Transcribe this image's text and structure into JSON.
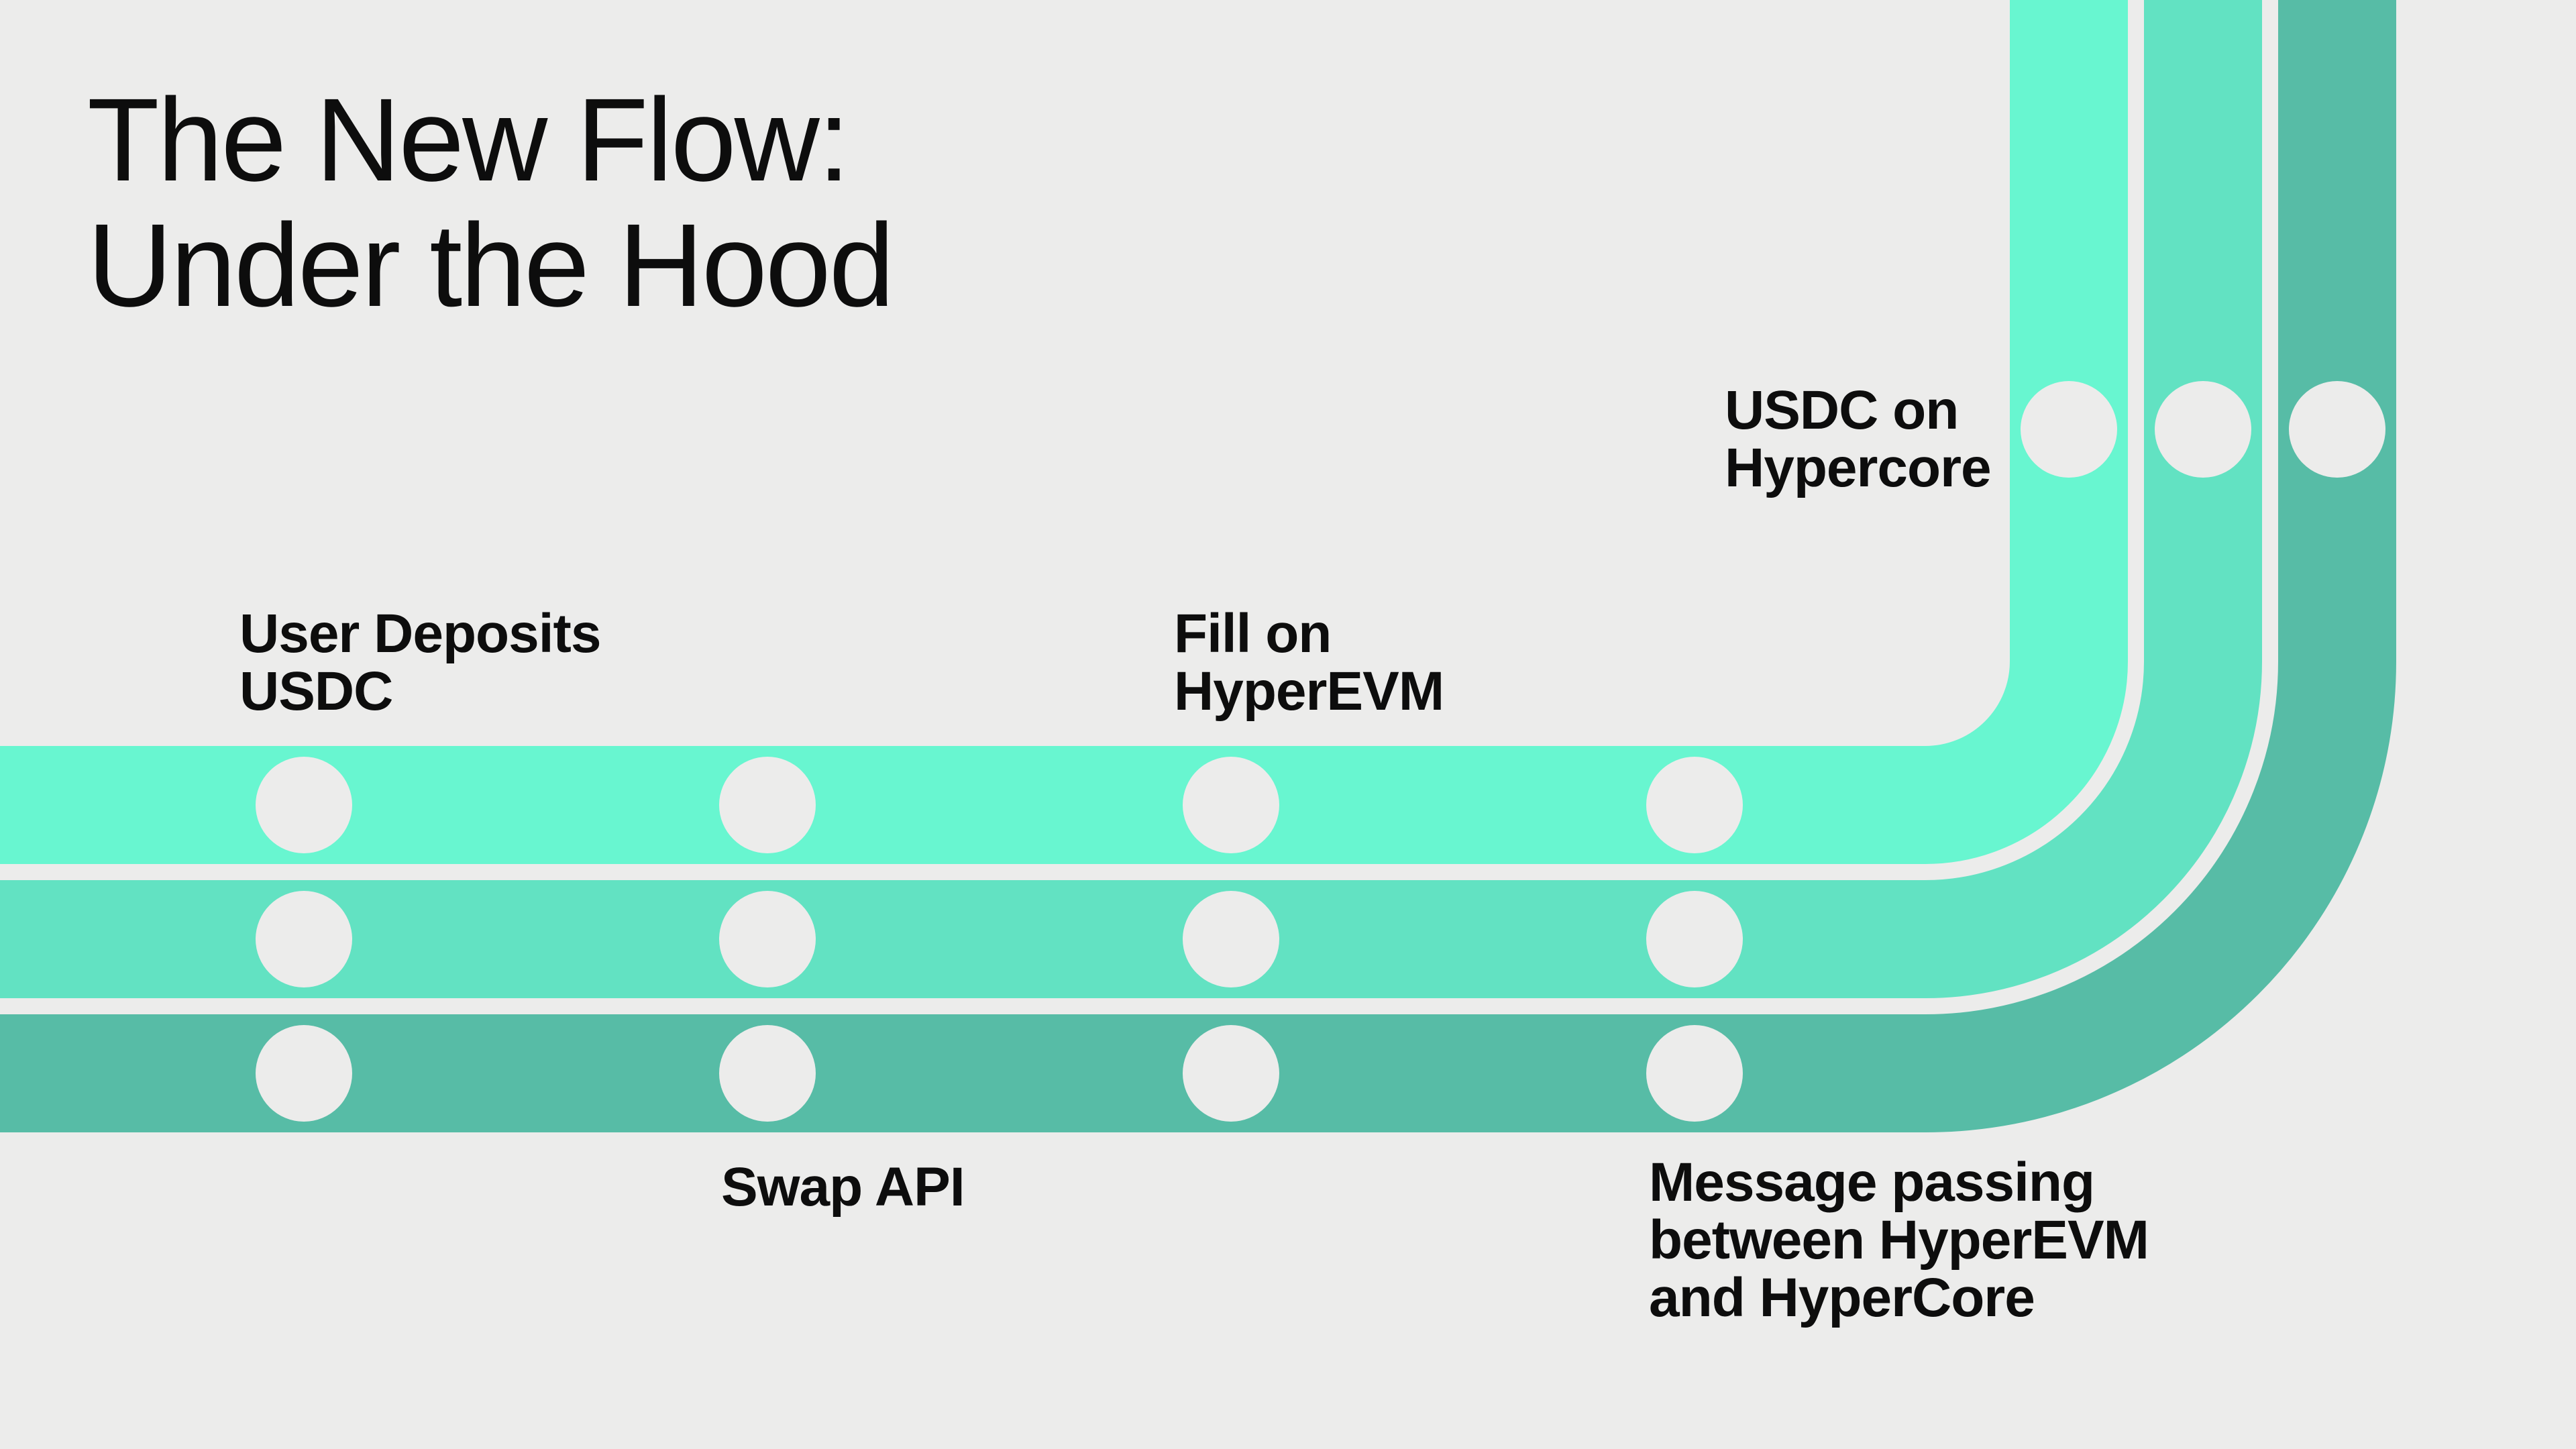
{
  "title": "The New Flow:\nUnder the Hood",
  "colors": {
    "background": "#ECECEB",
    "text": "#0D0D0D",
    "station_dot": "#ECECEB"
  },
  "diagram": {
    "bands": [
      {
        "name": "flow-line-inner",
        "color": "#68F6D0"
      },
      {
        "name": "flow-line-middle",
        "color": "#62E2C2"
      },
      {
        "name": "flow-line-outer",
        "color": "#57BCA6"
      }
    ],
    "labels": {
      "user_deposits": "User Deposits\nUSDC",
      "fill_on": "Fill on\nHyperEVM",
      "usdc_hypercore": "USDC on\nHypercore",
      "swap_api": "Swap API",
      "message_passing": "Message passing\nbetween HyperEVM\nand HyperCore"
    },
    "station_counts": {
      "horizontal_columns": 4,
      "vertical_rows": 1,
      "lines": 3
    }
  }
}
